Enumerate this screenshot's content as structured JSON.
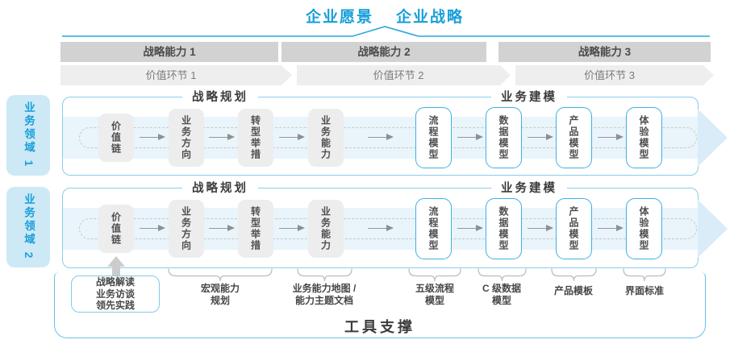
{
  "title": {
    "vision": "企业愿景",
    "strategy": "企业战略"
  },
  "strategic_capabilities": [
    "战略能力 1",
    "战略能力 2",
    "战略能力 3"
  ],
  "value_links": [
    "价值环节 1",
    "价值环节 2",
    "价值环节 3"
  ],
  "business_domains": [
    "业务领域 1",
    "业务领域 2"
  ],
  "section_headers": {
    "strategic_planning": "战略规划",
    "business_modeling": "业务建模"
  },
  "flow_boxes": {
    "strategy": [
      "价值链",
      "业务方向",
      "转型举措",
      "业务能力"
    ],
    "modeling": [
      "流程模型",
      "数据模型",
      "产品模型",
      "体验模型"
    ]
  },
  "callout_box": {
    "lines": [
      "战略解读",
      "业务访谈",
      "领先实践"
    ]
  },
  "deliverables": {
    "macro": {
      "lines": [
        "宏观能力",
        "规划"
      ]
    },
    "capability_map": {
      "lines": [
        "业务能力地图 /",
        "能力主题文档"
      ]
    },
    "process_model": {
      "lines": [
        "五级流程",
        "模型"
      ]
    },
    "data_model": {
      "lines": [
        "C 级数据",
        "模型"
      ]
    },
    "product_template": {
      "lines": [
        "产品模板"
      ]
    },
    "ui_standard": {
      "lines": [
        "界面标准"
      ]
    }
  },
  "footer": {
    "tool_support": "工具支撑"
  },
  "colors": {
    "accent_blue": "#189fd9",
    "domain_fill": "#cde9f6",
    "band_blue": "#e9f4fb",
    "bar_gray": "#d2d2d2",
    "chevron_gray": "#eeeeee",
    "box_gray": "#ededed",
    "box_border_blue": "#3fb0e3",
    "container_border": "#8accea"
  }
}
